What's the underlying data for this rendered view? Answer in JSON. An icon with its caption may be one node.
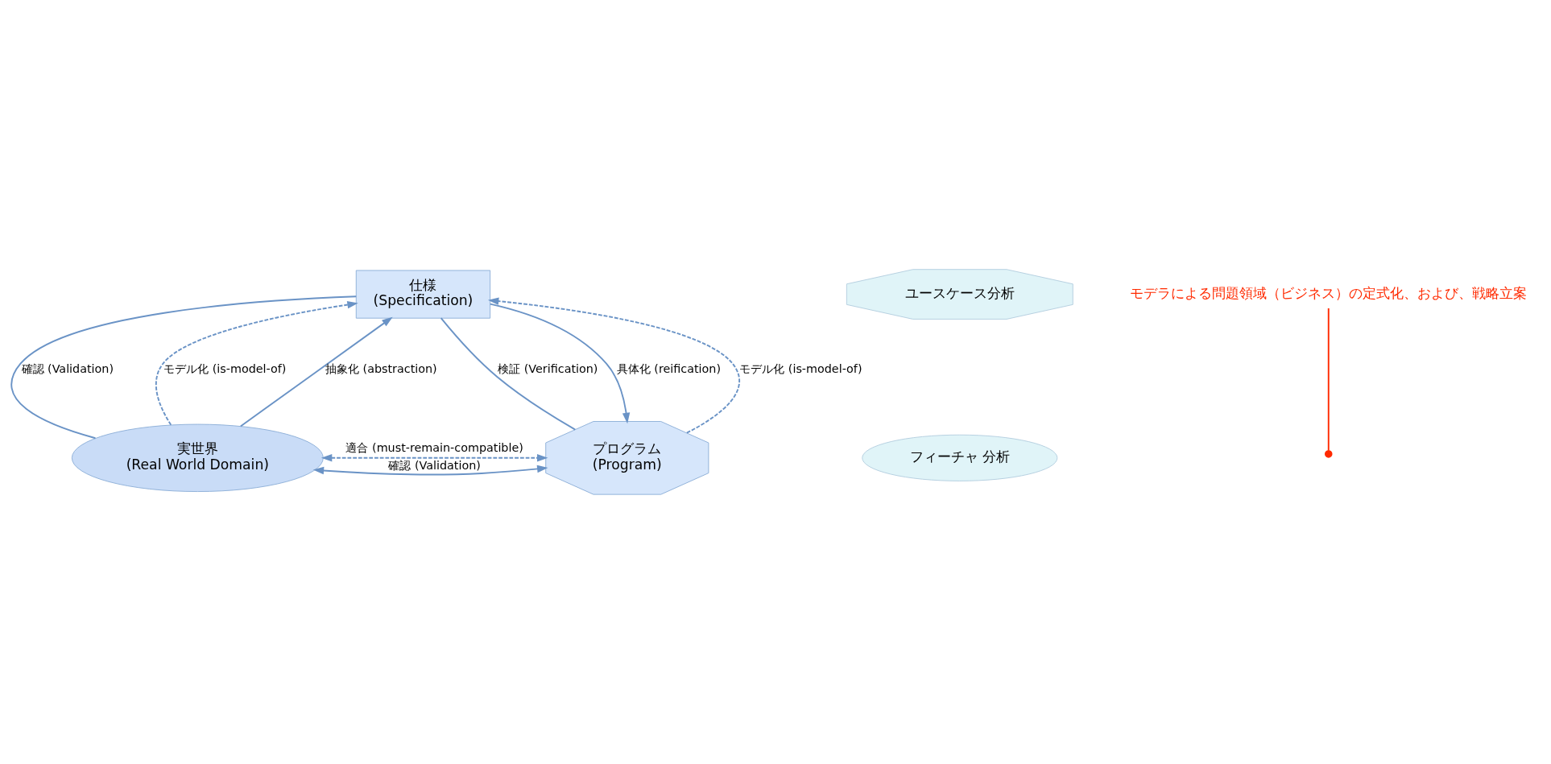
{
  "diagram": {
    "nodes": [
      {
        "text": [
          "仕様",
          "(Specification)"
        ]
      },
      {
        "text": [
          "実世界",
          "(Real World Domain)"
        ]
      },
      {
        "text": [
          "プログラム",
          "(Program)"
        ]
      },
      {
        "text": [
          "ユースケース分析"
        ]
      },
      {
        "text": [
          "フィーチャ 分析"
        ]
      },
      {
        "text": [
          "モデラによる問題領域（ビジネス）の定式化、および、戦略立案"
        ]
      }
    ],
    "edges": [
      {
        "from": 0,
        "to": 1,
        "arrow": "none",
        "label": "確認 (Validation)"
      },
      {
        "from": 0,
        "to": 2,
        "arrow": "none",
        "label": "検証 (Verification)"
      },
      {
        "from": 1,
        "to": 0,
        "arrow": "to",
        "style": "dashed",
        "label": "モデル化 (is-model-of)"
      },
      {
        "from": 1,
        "to": 0,
        "arrow": "to",
        "label": "抽象化 (abstraction)"
      },
      {
        "from": 0,
        "to": 2,
        "arrow": "to",
        "label": "具体化 (reification)"
      },
      {
        "from": 2,
        "to": 0,
        "arrow": "to",
        "style": "dashed",
        "label": "モデル化 (is-model-of)"
      },
      {
        "from": 1,
        "to": 2,
        "arrow": "both",
        "label": "確認 (Validation)"
      },
      {
        "from": 1,
        "to": 2,
        "arrow": "both",
        "style": "dashed",
        "label": "適合 (must-remain-compatible)"
      },
      {
        "from": 5,
        "to": null,
        "arrow": "other",
        "color": "#ff2a00"
      }
    ]
  }
}
